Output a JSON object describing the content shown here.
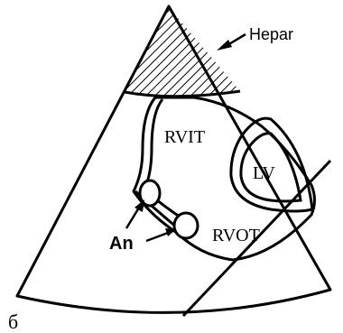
{
  "labels": {
    "hepar": "Hepar",
    "rvit": "RVIT",
    "lv": "LV",
    "an": "An",
    "rvot": "RVOT",
    "panel": "б"
  }
}
